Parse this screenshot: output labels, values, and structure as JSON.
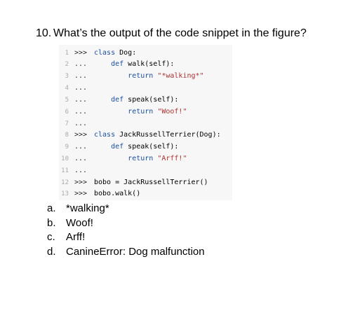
{
  "question": {
    "number": "10.",
    "text": "What’s the output of the code snippet in the figure?"
  },
  "code_lines": [
    {
      "n": "1",
      "prompt": ">>>",
      "code": "class Dog:"
    },
    {
      "n": "2",
      "prompt": "...",
      "code": "    def walk(self):"
    },
    {
      "n": "3",
      "prompt": "...",
      "code": "        return \"*walking*\""
    },
    {
      "n": "4",
      "prompt": "...",
      "code": ""
    },
    {
      "n": "5",
      "prompt": "...",
      "code": "    def speak(self):"
    },
    {
      "n": "6",
      "prompt": "...",
      "code": "        return \"Woof!\""
    },
    {
      "n": "7",
      "prompt": "...",
      "code": ""
    },
    {
      "n": "8",
      "prompt": ">>>",
      "code": "class JackRussellTerrier(Dog):"
    },
    {
      "n": "9",
      "prompt": "...",
      "code": "    def speak(self):"
    },
    {
      "n": "10",
      "prompt": "...",
      "code": "        return \"Arff!\""
    },
    {
      "n": "11",
      "prompt": "...",
      "code": ""
    },
    {
      "n": "12",
      "prompt": ">>>",
      "code": "bobo = JackRussellTerrier()"
    },
    {
      "n": "13",
      "prompt": ">>>",
      "code": "bobo.walk()"
    }
  ],
  "options": [
    {
      "letter": "a.",
      "text": "*walking*"
    },
    {
      "letter": "b.",
      "text": "Woof!"
    },
    {
      "letter": "c.",
      "text": "Arff!"
    },
    {
      "letter": "d.",
      "text": "CanineError: Dog malfunction"
    }
  ],
  "colors": {
    "keyword": "#1a4fa0",
    "string": "#b03030",
    "line_number": "#aaaaaa",
    "code_background": "#f7f7f7"
  }
}
